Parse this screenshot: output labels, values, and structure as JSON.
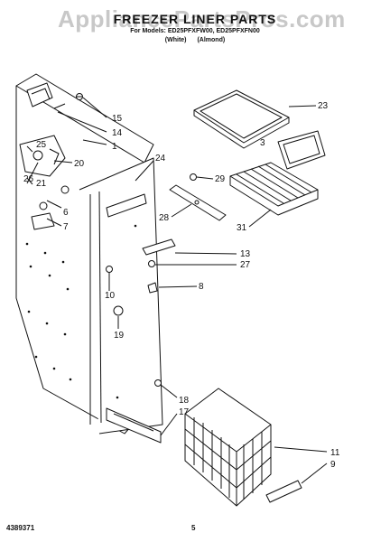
{
  "header": {
    "watermark": "AppliancePartsPros.com",
    "title": "FREEZER LINER PARTS",
    "subtitle": "For Models: ED25PFXFW00, ED25PFXFN00",
    "variant_white": "(White)",
    "variant_almond": "(Almond)"
  },
  "footer": {
    "part_number": "4389371",
    "page_number": "5"
  },
  "callouts": [
    "15",
    "14",
    "1",
    "20",
    "25",
    "21",
    "26",
    "6",
    "7",
    "23",
    "3",
    "24",
    "29",
    "28",
    "31",
    "13",
    "27",
    "8",
    "10",
    "19",
    "18",
    "17",
    "11",
    "9"
  ]
}
